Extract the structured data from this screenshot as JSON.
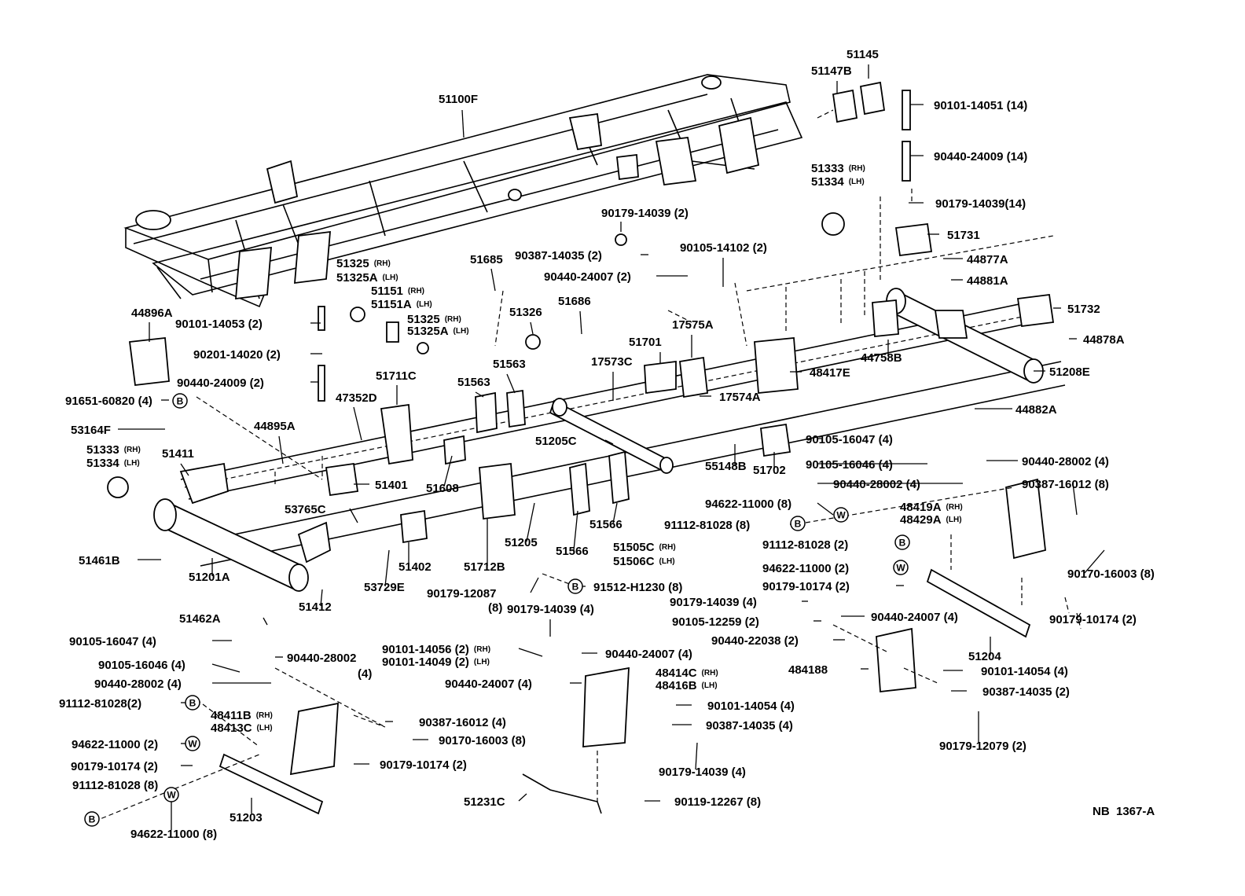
{
  "diagram_id": "NB  1367-A",
  "callouts": [
    {
      "text": "51100F"
    },
    {
      "text": "51145"
    },
    {
      "text": "51147B"
    },
    {
      "text": "90101-14051 (14)"
    },
    {
      "text": "90440-24009 (14)"
    },
    {
      "text": "51333",
      "note": "(RH)"
    },
    {
      "text": "51334",
      "note": "(LH)"
    },
    {
      "text": "90179-14039(14)"
    },
    {
      "text": "51731"
    },
    {
      "text": "44877A"
    },
    {
      "text": "44881A"
    },
    {
      "text": "51732"
    },
    {
      "text": "44878A"
    },
    {
      "text": "44758B"
    },
    {
      "text": "51208E"
    },
    {
      "text": "48417E"
    },
    {
      "text": "44882A"
    },
    {
      "text": "90179-14039 (2)"
    },
    {
      "text": "90387-14035 (2)"
    },
    {
      "text": "90105-14102 (2)"
    },
    {
      "text": "90440-24007 (2)"
    },
    {
      "text": "51685"
    },
    {
      "text": "51325",
      "note": "(RH)"
    },
    {
      "text": "51325A",
      "note": "(LH)"
    },
    {
      "text": "51151",
      "note": "(RH)"
    },
    {
      "text": "51151A",
      "note": "(LH)"
    },
    {
      "text": "51325",
      "note": "(RH)"
    },
    {
      "text": "51325A",
      "note": "(LH)"
    },
    {
      "text": "51326"
    },
    {
      "text": "51686"
    },
    {
      "text": "17575A"
    },
    {
      "text": "51701"
    },
    {
      "text": "17573C"
    },
    {
      "text": "17574A"
    },
    {
      "text": "44896A"
    },
    {
      "text": "90101-14053 (2)"
    },
    {
      "text": "90201-14020 (2)"
    },
    {
      "text": "90440-24009 (2)"
    },
    {
      "text": "91651-60820 (4)"
    },
    {
      "text": "51711C"
    },
    {
      "text": "47352D"
    },
    {
      "text": "51563"
    },
    {
      "text": "51563"
    },
    {
      "text": "53164F"
    },
    {
      "text": "44895A"
    },
    {
      "text": "51333",
      "note": "(RH)"
    },
    {
      "text": "51334",
      "note": "(LH)"
    },
    {
      "text": "51411"
    },
    {
      "text": "51401"
    },
    {
      "text": "51205C"
    },
    {
      "text": "51608"
    },
    {
      "text": "55148B"
    },
    {
      "text": "51702"
    },
    {
      "text": "90105-16047 (4)"
    },
    {
      "text": "90105-16046 (4)"
    },
    {
      "text": "90440-28002 (4)"
    },
    {
      "text": "90440-28002 (4)"
    },
    {
      "text": "90387-16012 (8)"
    },
    {
      "text": "94622-11000 (8)"
    },
    {
      "text": "91112-81028 (8)"
    },
    {
      "text": "48419A",
      "note": "(RH)"
    },
    {
      "text": "48429A",
      "note": "(LH)"
    },
    {
      "text": "53765C"
    },
    {
      "text": "51205"
    },
    {
      "text": "51566"
    },
    {
      "text": "51566"
    },
    {
      "text": "51505C",
      "note": "(RH)"
    },
    {
      "text": "51506C",
      "note": "(LH)"
    },
    {
      "text": "51461B"
    },
    {
      "text": "51201A"
    },
    {
      "text": "51402"
    },
    {
      "text": "51712B"
    },
    {
      "text": "53729E"
    },
    {
      "text": "51412"
    },
    {
      "text": "90179-12087"
    },
    {
      "text": "(8)"
    },
    {
      "text": "91512-H1230 (8)"
    },
    {
      "text": "91112-81028 (2)"
    },
    {
      "text": "94622-11000 (2)"
    },
    {
      "text": "90179-10174 (2)"
    },
    {
      "text": "90179-14039 (4)"
    },
    {
      "text": "90105-12259 (2)"
    },
    {
      "text": "90440-24007 (4)"
    },
    {
      "text": "90440-22038 (2)"
    },
    {
      "text": "90170-16003 (8)"
    },
    {
      "text": "90179-10174 (2)"
    },
    {
      "text": "51204"
    },
    {
      "text": "51462A"
    },
    {
      "text": "90179-14039 (4)"
    },
    {
      "text": "90105-16047 (4)"
    },
    {
      "text": "90440-28002"
    },
    {
      "text": "(4)"
    },
    {
      "text": "90105-16046 (4)"
    },
    {
      "text": "90101-14056 (2)",
      "note": "(RH)"
    },
    {
      "text": "90101-14049 (2)",
      "note": "(LH)"
    },
    {
      "text": "90440-24007 (4)"
    },
    {
      "text": "90440-28002 (4)"
    },
    {
      "text": "90440-24007 (4)"
    },
    {
      "text": "48414C",
      "note": "(RH)"
    },
    {
      "text": "48416B",
      "note": "(LH)"
    },
    {
      "text": "484188"
    },
    {
      "text": "90101-14054 (4)"
    },
    {
      "text": "90101-14054 (4)"
    },
    {
      "text": "90387-14035 (2)"
    },
    {
      "text": "91112-81028(2)"
    },
    {
      "text": "48411B",
      "note": "(RH)"
    },
    {
      "text": "48413C",
      "note": "(LH)"
    },
    {
      "text": "90387-16012 (4)"
    },
    {
      "text": "90387-14035 (4)"
    },
    {
      "text": "90170-16003 (8)"
    },
    {
      "text": "94622-11000 (2)"
    },
    {
      "text": "90179-10174 (2)"
    },
    {
      "text": "90179-10174 (2)"
    },
    {
      "text": "90179-14039 (4)"
    },
    {
      "text": "90179-12079 (2)"
    },
    {
      "text": "91112-81028 (8)"
    },
    {
      "text": "51203"
    },
    {
      "text": "51231C"
    },
    {
      "text": "90119-12267 (8)"
    },
    {
      "text": "94622-11000 (8)"
    }
  ],
  "symbols": {
    "B": "B",
    "W": "W"
  }
}
